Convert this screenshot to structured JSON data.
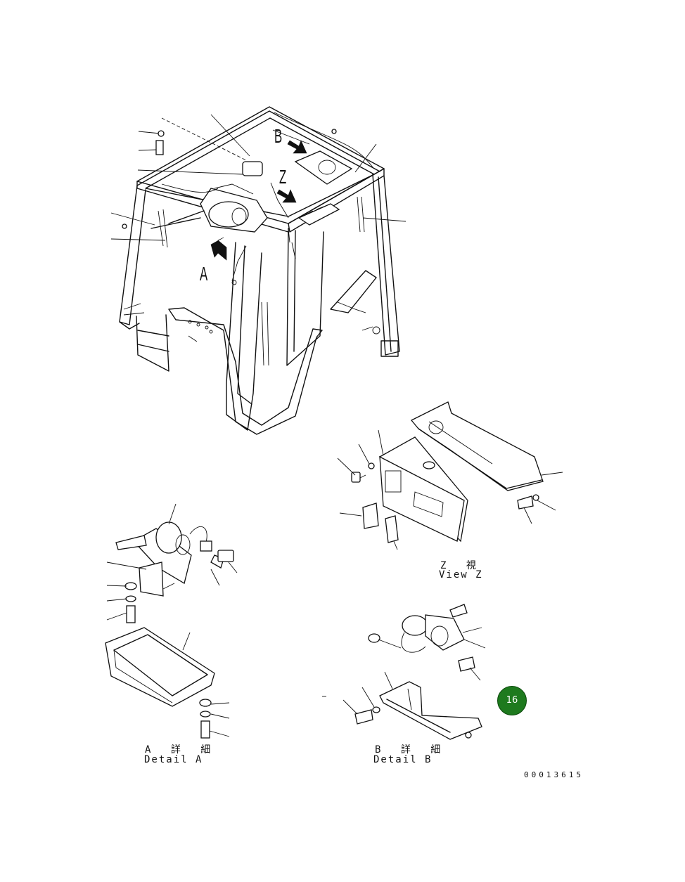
{
  "view_letters": {
    "b": "B",
    "z": "Z",
    "a": "A"
  },
  "captions": {
    "view_z_jp": "Z 視",
    "view_z_en": "View Z",
    "detail_a_jp": "A 詳 細",
    "detail_a_en": "Detail A",
    "detail_b_jp": "B 詳 細",
    "detail_b_en": "Detail B"
  },
  "drawing_number": "00013615",
  "page_badge": "16",
  "colors": {
    "badge": "#1e7a1e",
    "line": "#111111"
  }
}
